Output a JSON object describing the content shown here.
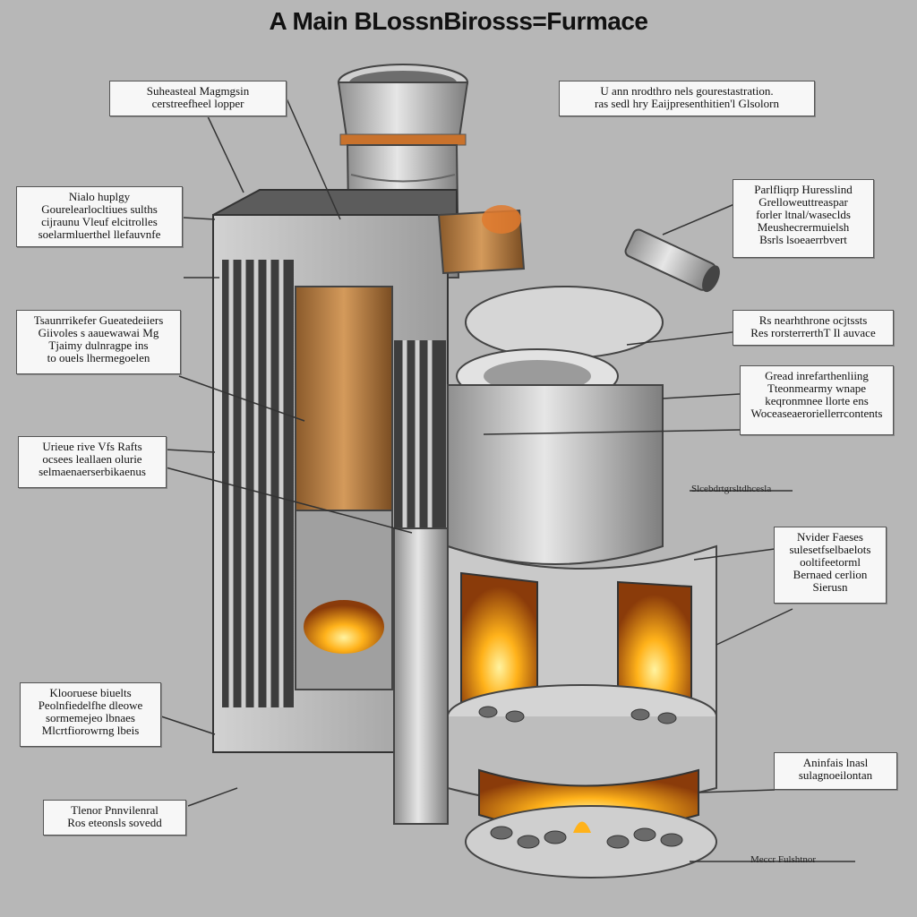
{
  "title": "A Main BLossnBirosss=Furmace",
  "callouts": {
    "top_left": [
      "Suheasteal Magmgsin",
      "cerstreefheel lopper"
    ],
    "top_right": [
      "U ann nrodthro nels gourestastration.",
      "ras sedl hry Eaijpresenthitien'l Glsolorn"
    ],
    "left_1": [
      "Nialo huplgy",
      "Gourelearlocltiues sulths",
      "cijraunu Vleuf elcitrolles",
      "soelarmluerthel llefauvnfe"
    ],
    "right_1": [
      "Parlfliqrp Huresslind",
      "Grelloweuttreaspar",
      "forler ltnal/waseclds",
      "Meushecrermuielsh",
      "Bsrls lsoeaerrbvert"
    ],
    "left_2": [
      "Tsaunrrikefer Gueatedeiiers",
      "Giivoles s aauewawai Mg",
      "Tjaimy dulnragpe ins",
      "to ouels lhermegoelen"
    ],
    "right_2": [
      "Rs nearhthrone ocjtssts",
      "Res rorsterrerthT Il auvace"
    ],
    "right_3": [
      "Gread inrefarthenliing",
      "Tteonmearmy wnape",
      "keqronmnee llorte ens",
      "Woceaseaeroriellerrcontents"
    ],
    "left_3": [
      "Urieue rive Vfs Rafts",
      "ocsees leallaen olurie",
      "selmaenaerserbikaenus"
    ],
    "right_4": [
      "Nvider Faeses",
      "sulesetfselbaelots",
      "ooltifeetorml",
      "Bernaed cerlion",
      "Sierusn"
    ],
    "left_4": [
      "Klooruese biuelts",
      "Peolnfiedelfhe dleowe",
      "sormemejeo lbnaes",
      "Mlcrtfiorowrng lbeis"
    ],
    "right_5": [
      "Aninfais lnasl",
      "sulagnoeilontan"
    ],
    "left_5": [
      "Tlenor Pnnvilenral",
      "Ros eteonsls sovedd"
    ]
  },
  "tags": {
    "mid_right": "Slcebdrtgrsltdhcesla",
    "bottom_right": "Meccr Fulshtnor"
  }
}
